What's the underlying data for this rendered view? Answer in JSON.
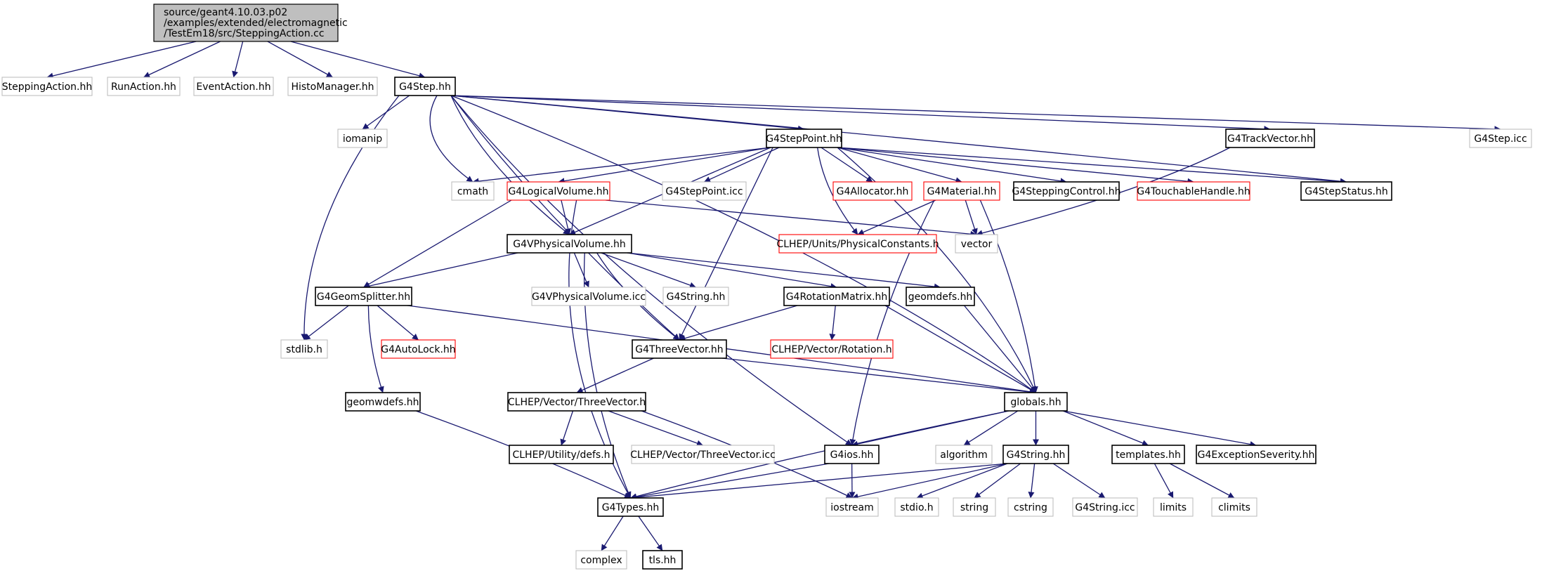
{
  "graph": {
    "root": {
      "line1": "source/geant4.10.03.p02",
      "line2": "/examples/extended/electromagnetic",
      "line3": "/TestEm18/src/SteppingAction.cc"
    },
    "colors": {
      "edge": "#191970",
      "node_border": "#000000",
      "external_border": "#bfbfbf",
      "incomplete_border": "#ff0000",
      "root_fill": "#bfbfbf",
      "text": "#000000"
    },
    "nodes": {
      "stepping_action_hh": "SteppingAction.hh",
      "run_action_hh": "RunAction.hh",
      "event_action_hh": "EventAction.hh",
      "histo_manager_hh": "HistoManager.hh",
      "g4step_hh": "G4Step.hh",
      "iomanip": "iomanip",
      "g4steppoint_hh": "G4StepPoint.hh",
      "g4trackvector_hh": "G4TrackVector.hh",
      "g4step_icc": "G4Step.icc",
      "cmath": "cmath",
      "g4logicalvolume_hh": "G4LogicalVolume.hh",
      "g4steppoint_icc": "G4StepPoint.icc",
      "g4allocator_hh": "G4Allocator.hh",
      "g4material_hh": "G4Material.hh",
      "g4steppingcontrol_hh": "G4SteppingControl.hh",
      "g4touchablehandle_hh": "G4TouchableHandle.hh",
      "g4stepstatus_hh": "G4StepStatus.hh",
      "g4vphysicalvolume_hh": "G4VPhysicalVolume.hh",
      "clhep_physicalconstants_h": "CLHEP/Units/PhysicalConstants.h",
      "vector": "vector",
      "g4geomsplitter_hh": "G4GeomSplitter.hh",
      "g4vphysicalvolume_icc": "G4VPhysicalVolume.icc",
      "g4string_hh": "G4String.hh",
      "g4rotationmatrix_hh": "G4RotationMatrix.hh",
      "geomdefs_hh": "geomdefs.hh",
      "stdlib_h": "stdlib.h",
      "g4autolock_hh": "G4AutoLock.hh",
      "g4threevector_hh": "G4ThreeVector.hh",
      "clhep_vector_rotation_h": "CLHEP/Vector/Rotation.h",
      "geomwdefs_hh": "geomwdefs.hh",
      "clhep_vector_threevector_h": "CLHEP/Vector/ThreeVector.h",
      "globals_hh": "globals.hh",
      "clhep_utility_defs_h": "CLHEP/Utility/defs.h",
      "clhep_vector_threevector_icc": "CLHEP/Vector/ThreeVector.icc",
      "g4ios_hh": "G4ios.hh",
      "algorithm": "algorithm",
      "g4string_hh_globals": "G4String.hh",
      "templates_hh": "templates.hh",
      "g4exceptionseverity_hh": "G4ExceptionSeverity.hh",
      "g4types_hh": "G4Types.hh",
      "iostream": "iostream",
      "stdio_h": "stdio.h",
      "string": "string",
      "cstring": "cstring",
      "g4string_icc": "G4String.icc",
      "limits": "limits",
      "climits": "climits",
      "complex": "complex",
      "tls_hh": "tls.hh"
    }
  }
}
